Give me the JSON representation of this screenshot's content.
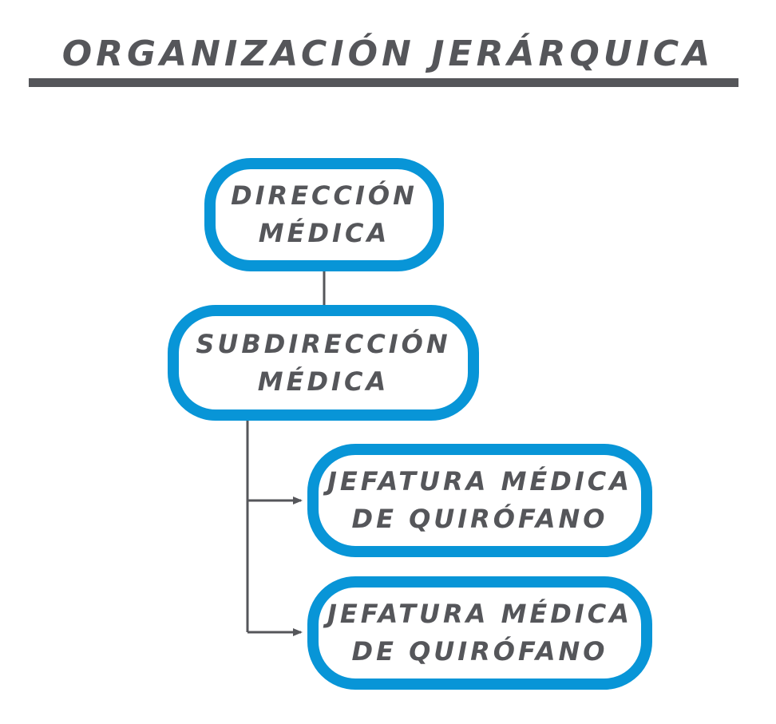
{
  "title": "ORGANIZACIÓN JERÁRQUICA",
  "colors": {
    "node_border": "#0895d7",
    "text": "#55565a",
    "connector": "#55565a"
  },
  "nodes": {
    "direccion": {
      "line1": "DIRECCIÓN",
      "line2": "MÉDICA"
    },
    "subdireccion": {
      "line1": "SUBDIRECCIÓN",
      "line2": "MÉDICA"
    },
    "jefatura_1": {
      "line1": "JEFATURA MÉDICA",
      "line2": "DE QUIRÓFANO"
    },
    "jefatura_2": {
      "line1": "JEFATURA MÉDICA",
      "line2": "DE QUIRÓFANO"
    }
  }
}
